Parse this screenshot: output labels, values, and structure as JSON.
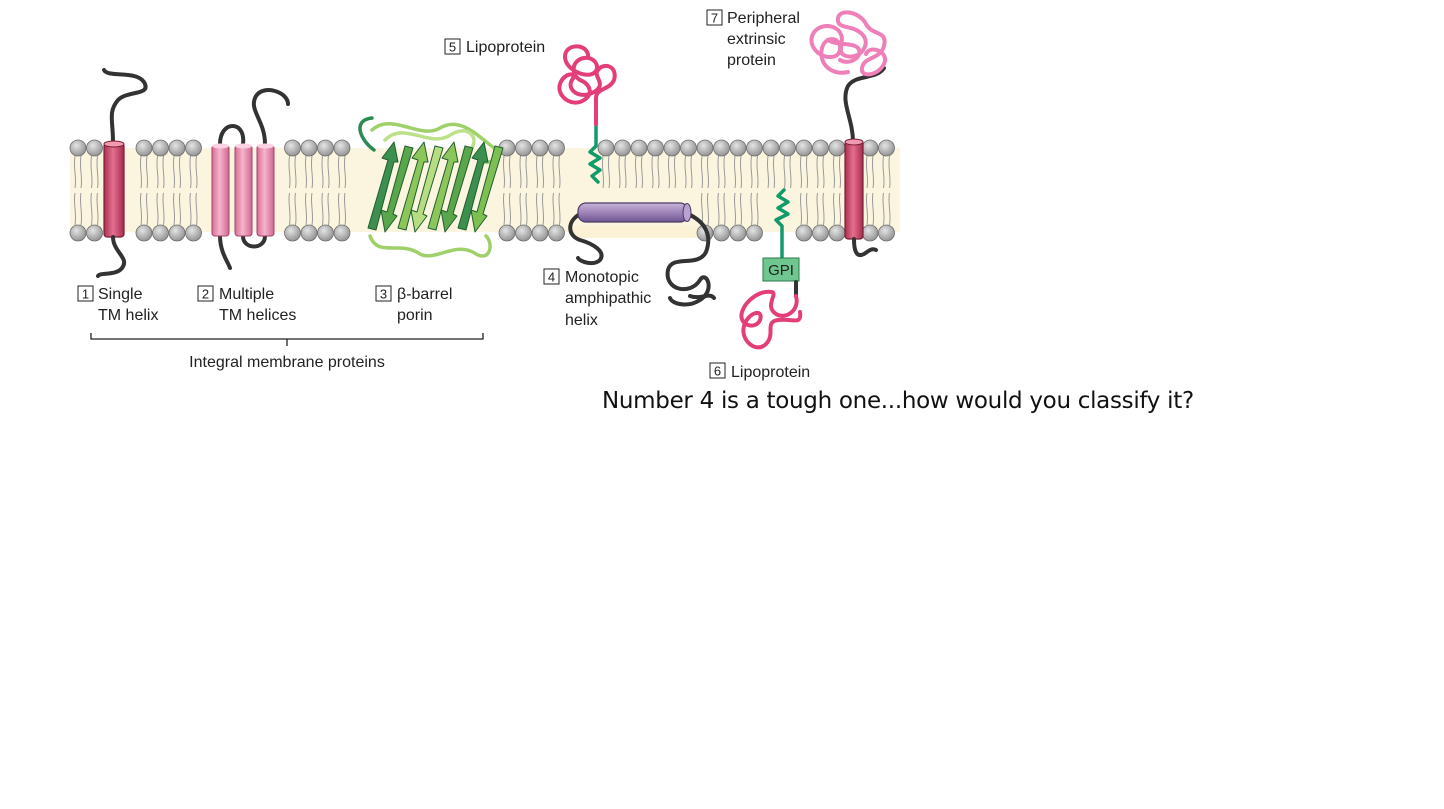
{
  "labels": {
    "p1": {
      "num": "1",
      "line1": "Single",
      "line2": "TM helix"
    },
    "p2": {
      "num": "2",
      "line1": "Multiple",
      "line2": "TM helices"
    },
    "p3": {
      "num": "3",
      "line1": "β-barrel",
      "line2": "porin"
    },
    "p4": {
      "num": "4",
      "line1": "Monotopic",
      "line2": "amphipathic",
      "line3": "helix"
    },
    "p5": {
      "num": "5",
      "line1": "Lipoprotein"
    },
    "p6": {
      "num": "6",
      "line1": "Lipoprotein"
    },
    "p7": {
      "num": "7",
      "line1": "Peripheral",
      "line2": "extrinsic",
      "line3": "protein"
    },
    "gpi": "GPI",
    "integral": "Integral membrane proteins"
  },
  "question": "Number 4 is a tough one...how would you classify it?"
}
